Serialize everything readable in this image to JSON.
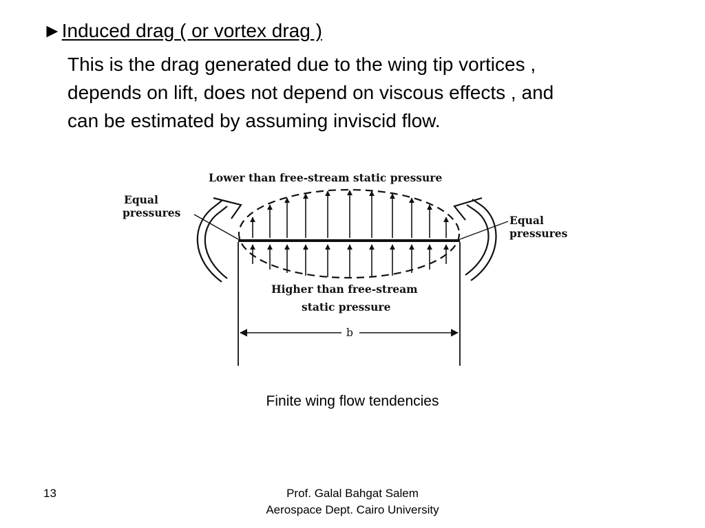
{
  "heading": {
    "marker": "►",
    "title": "Induced drag ( or vortex drag )"
  },
  "body_lines": [
    "This is the drag generated due to the wing tip vortices ,",
    "depends on lift, does not depend on viscous effects , and",
    "can be estimated by assuming inviscid flow."
  ],
  "figure": {
    "top_label": "Lower than free-stream static pressure",
    "left_label": [
      "Equal",
      "pressures"
    ],
    "right_label": [
      "Equal",
      "pressures"
    ],
    "bottom_label": [
      "Higher than free-stream",
      "static pressure"
    ],
    "span_label": "b"
  },
  "caption": "Finite wing flow tendencies",
  "footer": {
    "slide_number": "13",
    "author": "Prof. Galal Bahgat Salem",
    "affiliation": "Aerospace Dept. Cairo University"
  }
}
